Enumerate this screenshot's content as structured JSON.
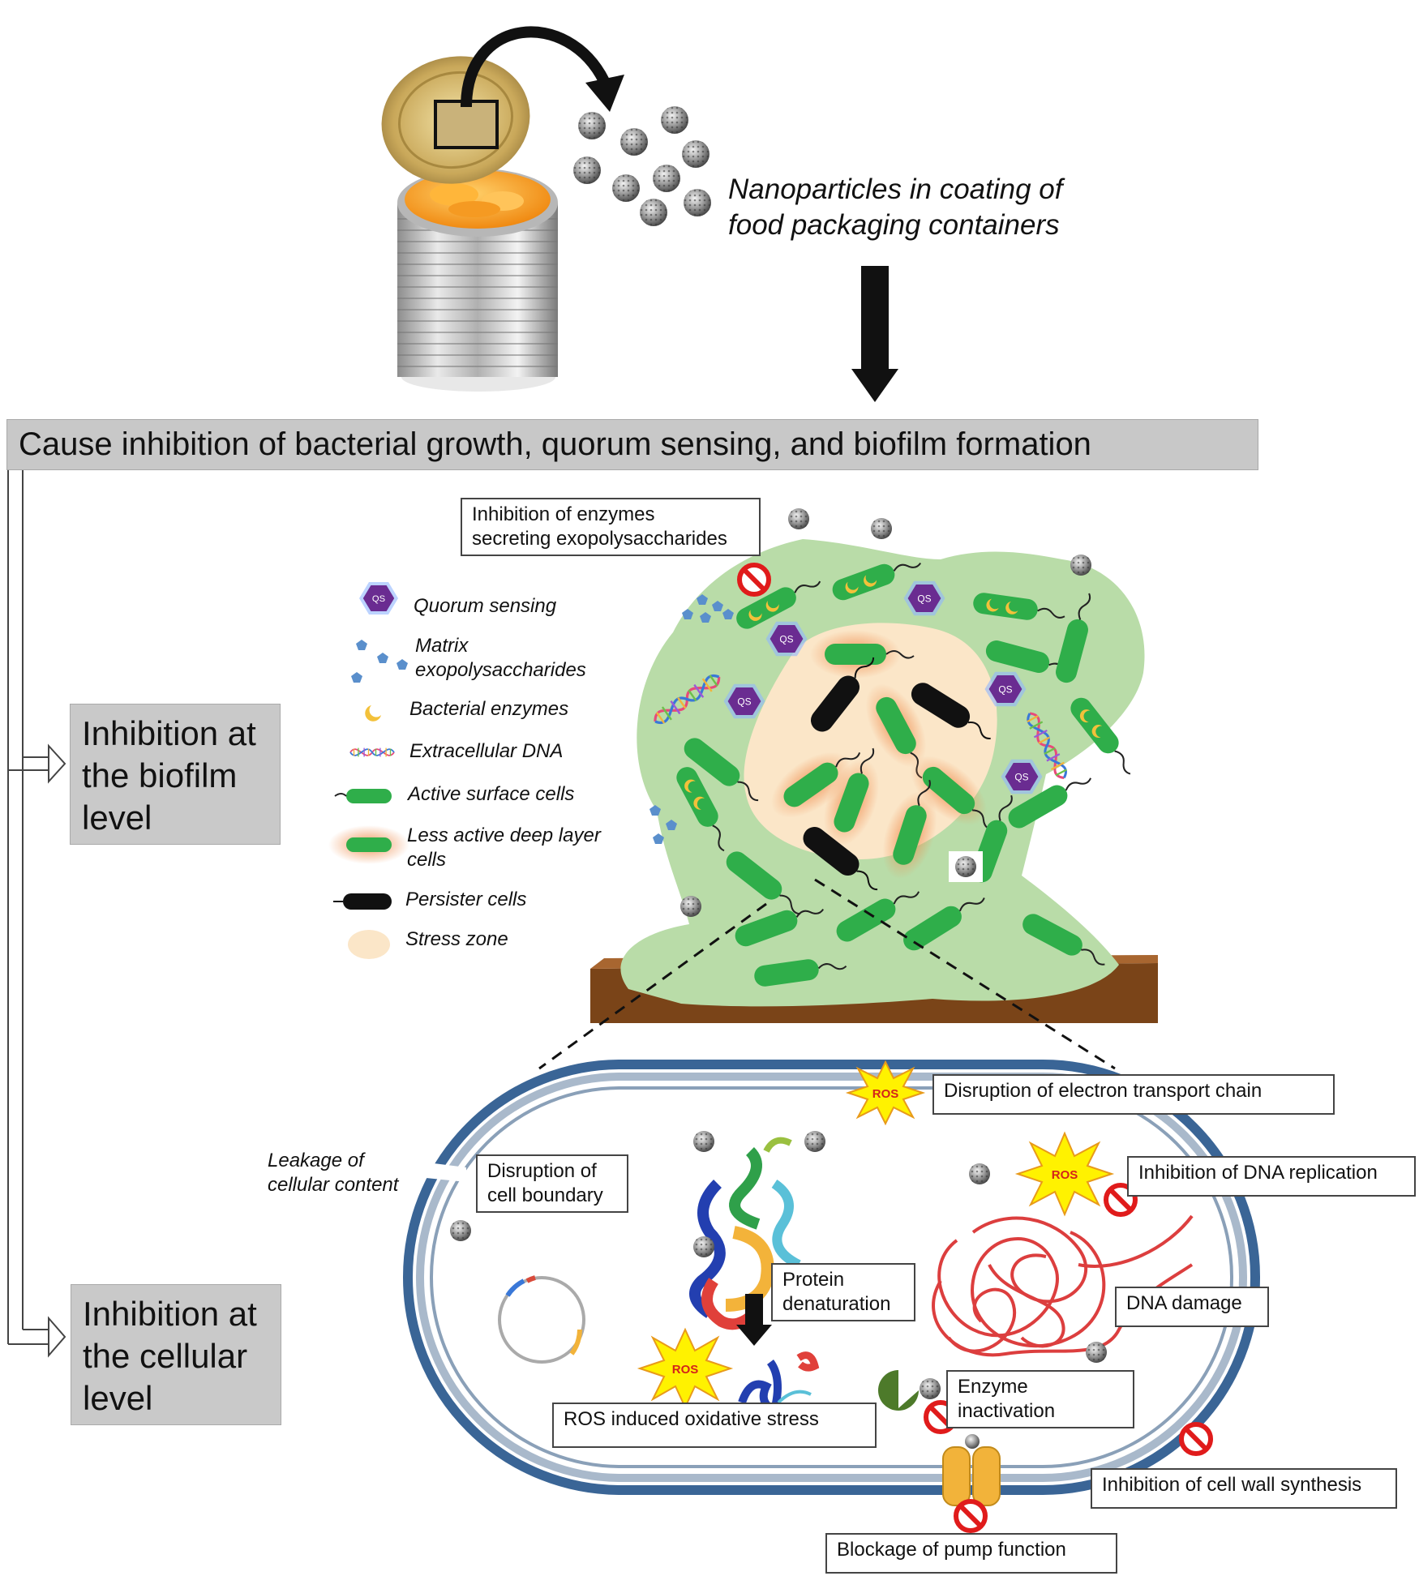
{
  "caption": "Nanoparticles in coating of\nfood packaging containers",
  "banner": "Cause inhibition of bacterial growth, quorum sensing, and biofilm formation",
  "side": {
    "biofilm": "Inhibition at\nthe biofilm\nlevel",
    "cellular": "Inhibition at\nthe cellular\nlevel"
  },
  "legend": [
    {
      "icon": "qs-hexagon-icon",
      "label": "Quorum sensing"
    },
    {
      "icon": "exopolysaccharide-pentagon-icon",
      "label": "Matrix\nexopolysaccharides"
    },
    {
      "icon": "enzyme-crescent-icon",
      "label": "Bacterial enzymes"
    },
    {
      "icon": "dna-helix-icon",
      "label": "Extracellular DNA"
    },
    {
      "icon": "active-cell-icon",
      "label": "Active surface cells"
    },
    {
      "icon": "deep-layer-cell-icon",
      "label": "Less active deep layer\ncells"
    },
    {
      "icon": "persister-cell-icon",
      "label": "Persister cells"
    },
    {
      "icon": "stress-zone-icon",
      "label": "Stress zone"
    }
  ],
  "qs_text": "QS",
  "ros_text": "ROS",
  "labels": {
    "enzymes_eps": "Inhibition of enzymes\nsecreting exopolysaccharides",
    "electron": "Disruption of electron transport chain",
    "boundary": "Disruption of\ncell boundary",
    "leakage": "Leakage of\ncellular content",
    "dna_rep": "Inhibition of DNA replication",
    "protein": "Protein\ndenaturation",
    "dna_damage": "DNA damage",
    "enzyme_inact": "Enzyme\ninactivation",
    "ros_stress": "ROS induced oxidative stress",
    "cell_wall": "Inhibition of cell wall synthesis",
    "pump": "Blockage of pump function"
  },
  "colors": {
    "biofilm": "#b9dca8",
    "cell": "#2fae4a",
    "persister": "#111111",
    "stress": "#fbe6c8",
    "membrane": "#3a6596",
    "ros": "#fff200",
    "ban": "#e01b1b",
    "qs": "#6a2c91"
  }
}
